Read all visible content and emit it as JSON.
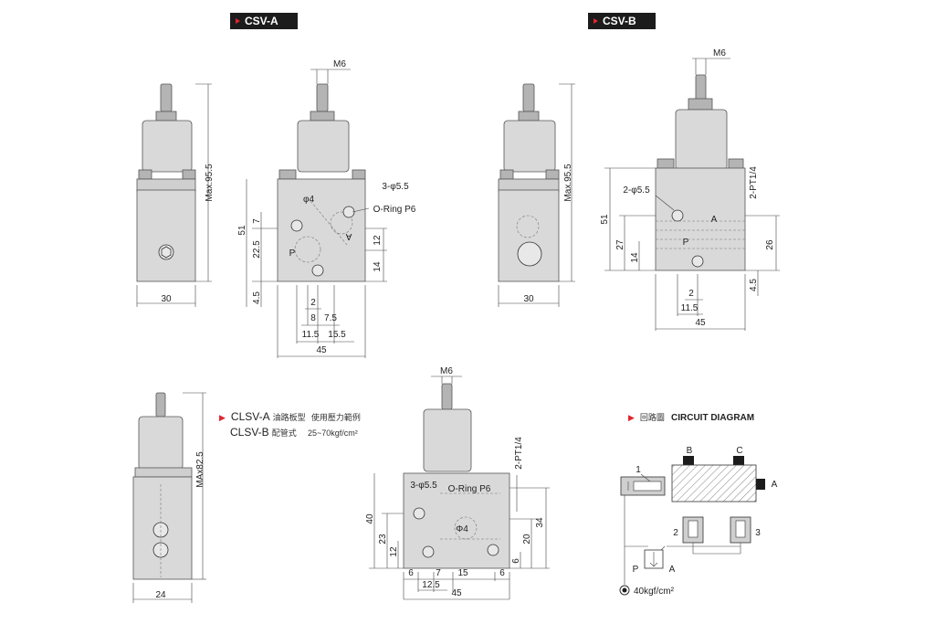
{
  "headers": {
    "csv_a": "CSV-A",
    "csv_b": "CSV-B"
  },
  "views": {
    "a_side": {
      "height": "Max.95.5",
      "width": "30"
    },
    "a_front": {
      "thread": "M6",
      "holes": "3-φ5.5",
      "hole_d": "φ4",
      "oring": "O-Ring P6",
      "port_p": "P",
      "port_a": "A",
      "h51": "51",
      "h7": "7",
      "h22_5": "22.5",
      "h4_5": "4.5",
      "r12": "12",
      "r14": "14",
      "b2": "2",
      "b8": "8",
      "b7_5": "7.5",
      "b11_5": "11.5",
      "b15_5": "15.5",
      "b45": "45"
    },
    "b_side": {
      "height": "Max.95.5",
      "width": "30"
    },
    "b_front": {
      "thread": "M6",
      "holes": "2-φ5.5",
      "port_pt": "2-PT1/4",
      "port_a": "A",
      "port_p": "P",
      "h51": "51",
      "h27": "27",
      "h14": "14",
      "r26": "26",
      "r4_5": "4.5",
      "b2": "2",
      "b11_5": "11.5",
      "b45": "45"
    },
    "c_side": {
      "height": "MAx82.5",
      "width": "24"
    },
    "c_front": {
      "thread": "M6",
      "holes": "3-φ5.5",
      "oring": "O-Ring P6",
      "hole_d": "Φ4",
      "port_pt": "2-PT1/4",
      "h40": "40",
      "h23": "23",
      "h12": "12",
      "r34": "34",
      "r20": "20",
      "r6": "6",
      "b6a": "6",
      "b7": "7",
      "b15": "15",
      "b6b": "6",
      "b12_5": "12.5",
      "b45": "45"
    }
  },
  "legend": {
    "clsv_a": "CLSV-A",
    "clsv_a_desc": "油路板型",
    "range_label": "使用壓力範例",
    "clsv_b": "CLSV-B",
    "clsv_b_desc": "配管式",
    "range_value": "25~70kgf/cm²"
  },
  "circuit": {
    "title_cn": "回路圖",
    "title_en": "CIRCUIT DIAGRAM",
    "port_b": "B",
    "port_c": "C",
    "port_a": "A",
    "n1": "1",
    "n2": "2",
    "n3": "3",
    "p": "P",
    "a": "A",
    "pressure": "40kgf/cm²"
  }
}
